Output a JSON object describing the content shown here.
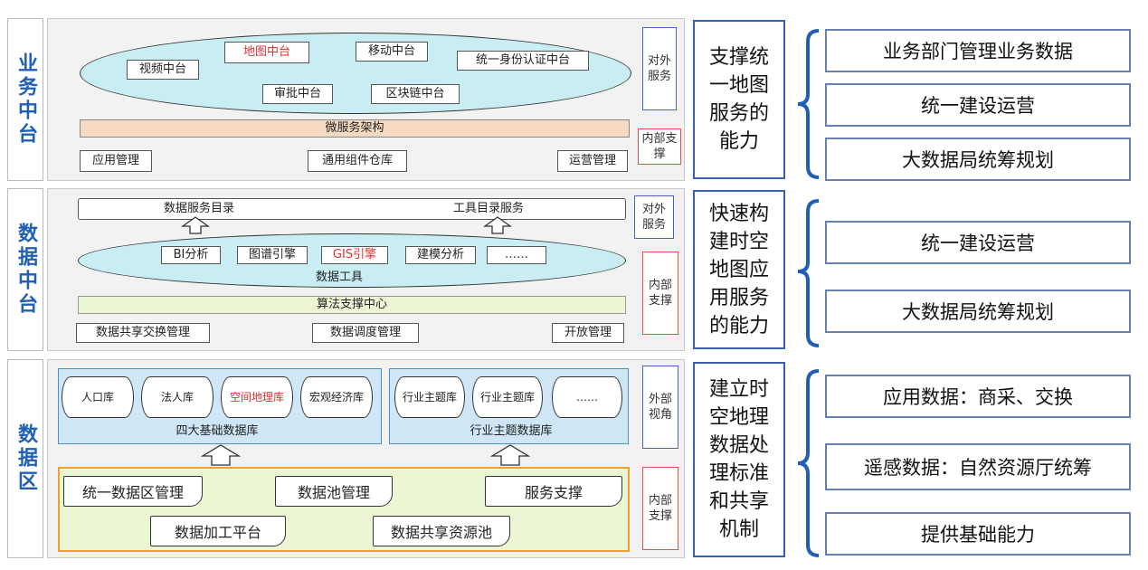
{
  "business": {
    "title": "业务中台",
    "platforms": [
      "视频中台",
      "地图中台",
      "移动中台",
      "统一身份认证中台",
      "审批中台",
      "区块链中台"
    ],
    "microservice": "微服务架构",
    "bottom": [
      "应用管理",
      "通用组件仓库",
      "运营管理"
    ],
    "external_tag": "对外服务",
    "internal_tag": "内部支撑",
    "capability": "支撑统一地图服务的能力",
    "right_items": [
      "业务部门管理业务数据",
      "统一建设运营",
      "大数据局统筹规划"
    ]
  },
  "data_platform": {
    "title": "数据中台",
    "catalog": "数据服务目录",
    "tool_catalog": "工具目录服务",
    "tools": [
      "BI分析",
      "图谱引擎",
      "GIS引擎",
      "建模分析",
      "……"
    ],
    "tools_label": "数据工具",
    "algo": "算法支撑中心",
    "bottom": [
      "数据共享交换管理",
      "数据调度管理",
      "开放管理"
    ],
    "external_tag": "对外服务",
    "internal_tag": "内部支撑",
    "capability": "快速构建时空地图应用服务的能力",
    "right_items": [
      "统一建设运营",
      "大数据局统筹规划"
    ]
  },
  "data_zone": {
    "title": "数据区",
    "base_dbs": [
      "人口库",
      "法人库",
      "空间地理库",
      "宏观经济库"
    ],
    "base_label": "四大基础数据库",
    "industry_dbs": [
      "行业主题库",
      "行业主题库",
      "……"
    ],
    "industry_label": "行业主题数据库",
    "bottom_top": [
      "统一数据区管理",
      "数据池管理",
      "服务支撑"
    ],
    "bottom_bottom": [
      "数据加工平台",
      "数据共享资源池"
    ],
    "external_tag": "外部视角",
    "internal_tag": "内部支撑",
    "capability": "建立时空地理数据处理标准和共享机制",
    "right_items": [
      "应用数据：商采、交换",
      "遥感数据：自然资源厅统筹",
      "提供基础能力"
    ]
  },
  "colors": {
    "blue": "#1f5fb4",
    "red": "#e03030",
    "cyan": "#c8eef4",
    "green": "#eaf6d4",
    "lightblue": "#cfe6f7",
    "tan": "#f6d9c0"
  }
}
